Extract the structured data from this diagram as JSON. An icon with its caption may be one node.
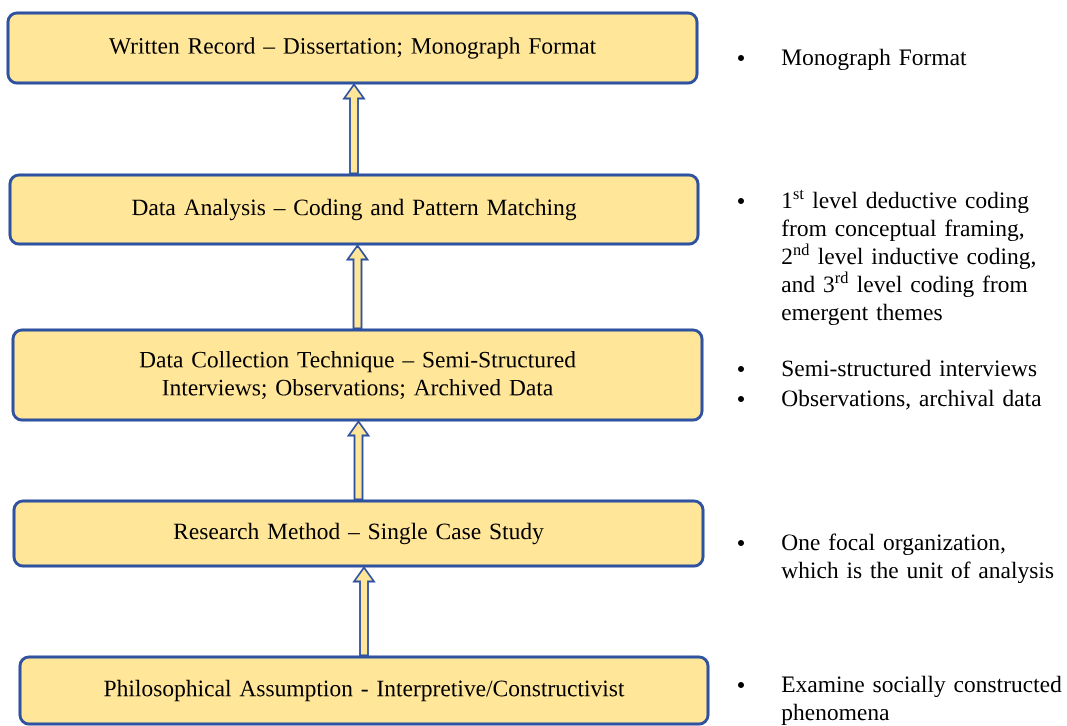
{
  "diagram": {
    "nodes": [
      {
        "text": [
          "Written Record – Dissertation; Monograph Format"
        ],
        "beside": [
          "Monograph Format"
        ]
      },
      {
        "text": [
          "Data Analysis – Coding and Pattern Matching"
        ]
      },
      {
        "text": [
          "Data Collection Technique – Semi-Structured Interviews; Observations; Archived Data"
        ],
        "beside": [
          "Semi-structured interviews",
          "Observations, archival data"
        ]
      },
      {
        "text": [
          "Research Method – Single Case Study"
        ],
        "beside": [
          "One focal organization, which is the unit of analysis"
        ]
      },
      {
        "text": [
          "Philosophical Assumption - Interpretive/Constructivist"
        ],
        "beside": [
          "Examine socially constructed phenomena"
        ]
      }
    ],
    "labels": [
      "\\text{1}^{\\text{st}}\\ \\allowbreak\\text{level}\\ \\allowbreak\\text{deductive}\\ \\allowbreak\\text{coding}\\ \\allowbreak\\text{from}\\ \\allowbreak\\text{conceptual}\\ \\allowbreak\\text{framing,}\\ \\allowbreak\\text{2}^{\\text{nd}}\\ \\allowbreak\\text{level}\\ \\allowbreak\\text{inductive}\\ \\allowbreak\\text{coding,}\\ \\allowbreak\\text{and}\\ \\allowbreak\\text{3}^{\\text{rd}}\\ \\allowbreak\\text{level}\\ \\allowbreak\\text{coding}\\ \\allowbreak\\text{from}\\ \\allowbreak\\text{emergent}\\ \\allowbreak\\text{themes}"
    ],
    "edges": [
      {
        "from": 4,
        "to": 3,
        "arrow": "to"
      },
      {
        "from": 3,
        "to": 2,
        "arrow": "to"
      },
      {
        "from": 2,
        "to": 1,
        "arrow": "to"
      },
      {
        "from": 1,
        "to": 0,
        "arrow": "to"
      }
    ]
  }
}
